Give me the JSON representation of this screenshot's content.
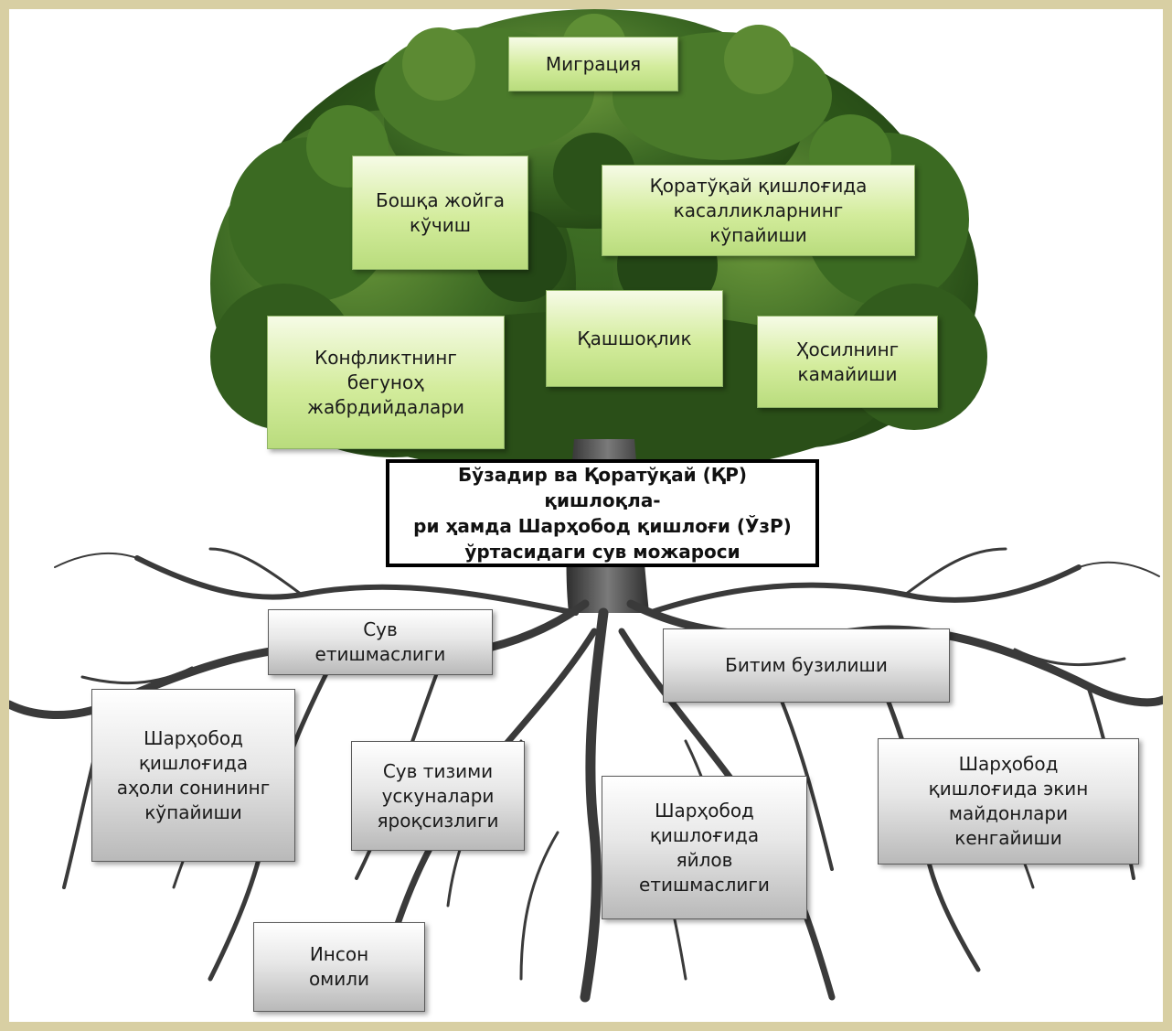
{
  "central_problem": "Бўзадир ва Қоратўқай (ҚР) қишлоқла-\nри ҳамда Шарҳобод қишлоғи (ЎзР)\nўртасидаги сув можароси",
  "effects": {
    "migration": "Миграция",
    "relocation": "Бошқа жойга\nкўчиш",
    "diseases": "Қоратўқай қишлоғида\nкасалликларнинг\nкўпайиши",
    "victims": "Конфликтнинг\nбегуноҳ\nжабрдийдалари",
    "poverty": "Қашшоқлик",
    "harvest": "Ҳосилнинг\nкамайиши"
  },
  "causes": {
    "water_shortage": "Сув\nетишмаслиги",
    "agreement": "Битим бузилиши",
    "population": "Шарҳобод\nқишлоғида\nаҳоли сонининг\nкўпайиши",
    "equipment": "Сув тизими\nускуналари\nяроқсизлиги",
    "pasture": "Шарҳобод\nқишлоғида\nяйлов\nетишмаслиги",
    "crop_area": "Шарҳобод\nқишлоғида экин\nмайдонлари\nкенгайиши",
    "human_factor": "Инсон\nомили"
  },
  "colors": {
    "effect_box": "#d3ec9c",
    "cause_box": "#d6d6d6",
    "foliage": "#2f5a1c",
    "roots": "#3a3a3a",
    "frame": "#d8cfa3"
  }
}
